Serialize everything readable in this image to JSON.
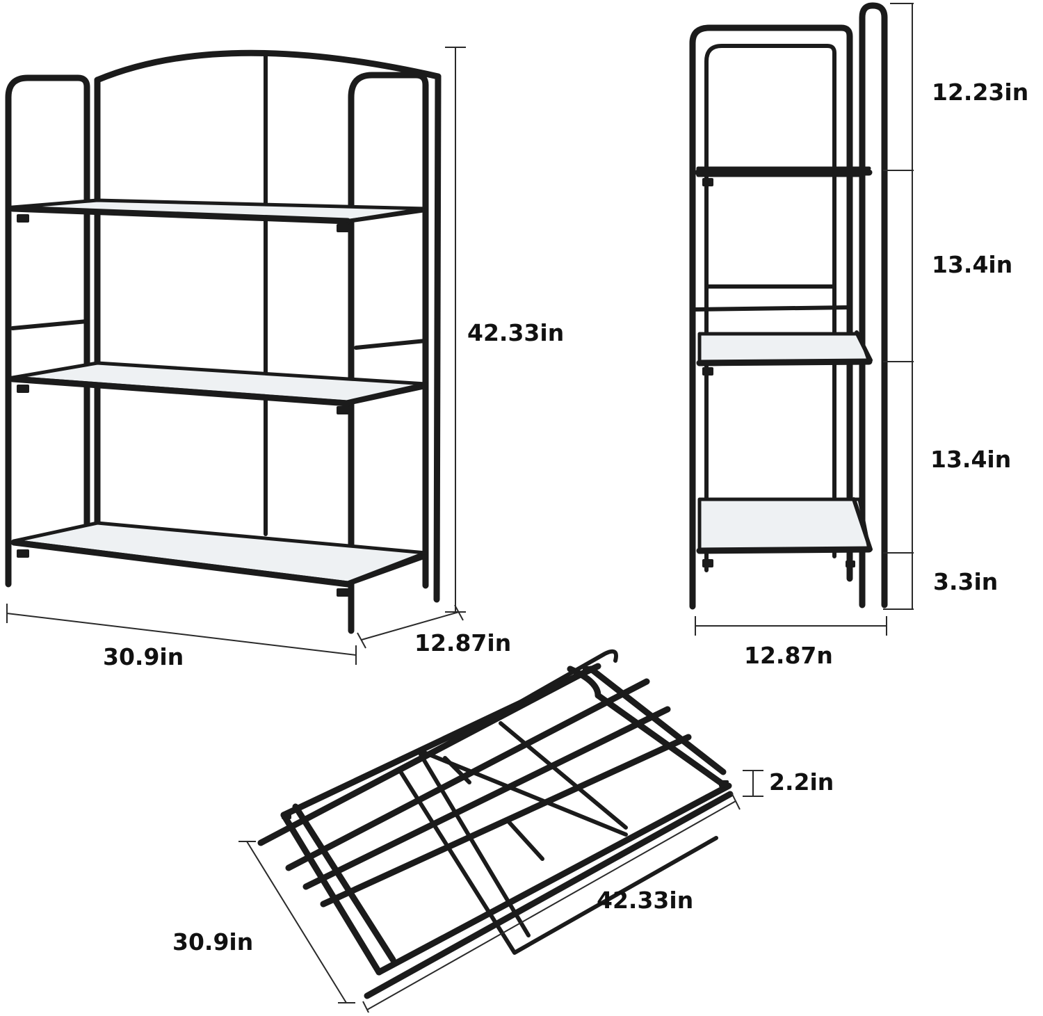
{
  "colors": {
    "frame": "#1b1b1b",
    "glass_fill": "#eef1f3",
    "glass_edge": "#9aa0a6",
    "dimension_line": "#2a2a2a",
    "label_text": "#111111",
    "background": "#ffffff"
  },
  "front_view": {
    "height_label": "42.33in",
    "width_label": "30.9in",
    "depth_label": "12.87in"
  },
  "side_view": {
    "top_section_label": "12.23in",
    "middle_section_label": "13.4in",
    "lower_section_label": "13.4in",
    "bottom_clearance_label": "3.3in",
    "depth_label": "12.87n"
  },
  "folded_view": {
    "thickness_label": "2.2in",
    "length_label": "42.33in",
    "width_label": "30.9in"
  }
}
